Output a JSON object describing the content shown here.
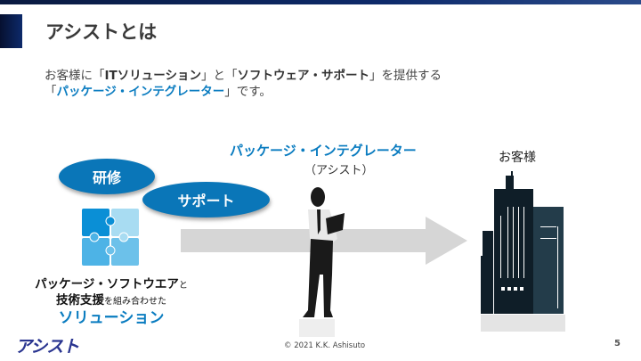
{
  "slide": {
    "title": "アシストとは",
    "page_number": "5",
    "footer": "© 2021 K.K. Ashisuto",
    "logo": "アシスト"
  },
  "intro": {
    "l1_a": "お客様に「",
    "l1_b": "ITソリューション",
    "l1_c": "」と「",
    "l1_d": "ソフトウェア・サポート",
    "l1_e": "」を提供する",
    "l2_a": "「",
    "l2_b": "パッケージ・インテグレーター",
    "l2_c": "」です。"
  },
  "bubbles": {
    "training": "研修",
    "support": "サポート"
  },
  "integrator": {
    "title": "パッケージ・インテグレーター",
    "sub": "（アシスト）"
  },
  "customer": "お客様",
  "caption": {
    "l1_a": "パッケージ・ソフトウエア",
    "l1_b": "と",
    "l2_a": "技術支援",
    "l2_b": "を組み合わせた",
    "l3": "ソリューション"
  },
  "colors": {
    "accent": "#0a7cc0",
    "navy": "#0d2a6a"
  }
}
